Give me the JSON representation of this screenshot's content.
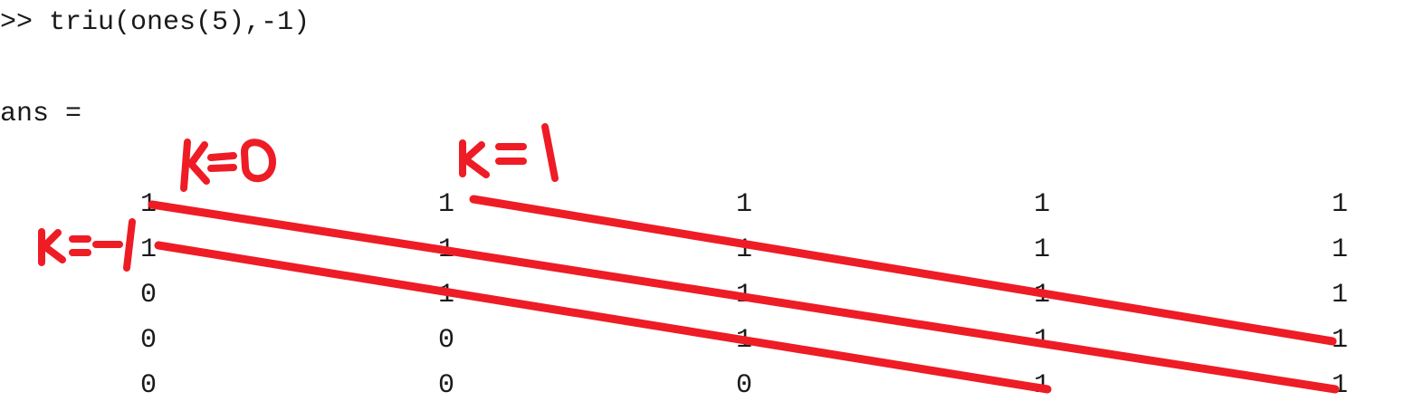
{
  "console": {
    "prompt": ">>",
    "command": "triu(ones(5),-1)",
    "output_label": "ans ="
  },
  "matrix": {
    "rows": [
      [
        "1",
        "1",
        "1",
        "1",
        "1"
      ],
      [
        "1",
        "1",
        "1",
        "1",
        "1"
      ],
      [
        "0",
        "1",
        "1",
        "1",
        "1"
      ],
      [
        "0",
        "0",
        "1",
        "1",
        "1"
      ],
      [
        "0",
        "0",
        "0",
        "1",
        "1"
      ]
    ]
  },
  "annotations": {
    "color": "#ee1c25",
    "labels": [
      "k=0",
      "k=1",
      "k=-1"
    ]
  }
}
